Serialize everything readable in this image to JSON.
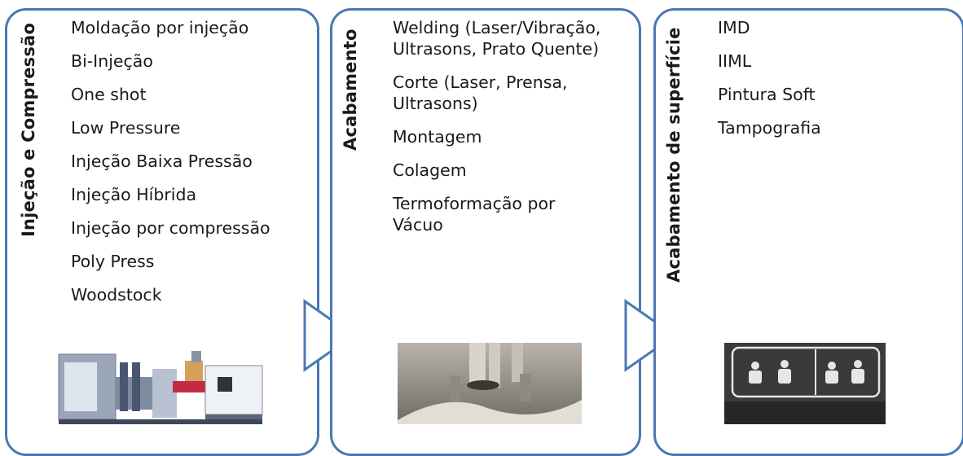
{
  "columns": [
    {
      "title": "Injeção e Compressão",
      "items": [
        "Moldação por injeção",
        "Bi-Injeção",
        "One shot",
        "Low Pressure",
        "Injeção Baixa Pressão",
        "Injeção Híbrida",
        "Injeção por compressão",
        "Poly Press",
        "Woodstock"
      ],
      "image": "injection-molding-machine"
    },
    {
      "title": "Acabamento",
      "items": [
        "Welding (Laser/Vibração, Ultrasons, Prato Quente)",
        "Corte (Laser, Prensa, Ultrasons)",
        "Montagem",
        "Colagem",
        "Termoformação por Vácuo"
      ],
      "image": "finishing-tool-photo"
    },
    {
      "title": "Acabamento de superfície",
      "items": [
        "IMD",
        "IIML",
        "Pintura Soft",
        "Tampografia"
      ],
      "image": "seat-icons-surface-photo"
    }
  ],
  "colors": {
    "border": "#4a78b4",
    "arrow_fill": "#ffffff"
  }
}
